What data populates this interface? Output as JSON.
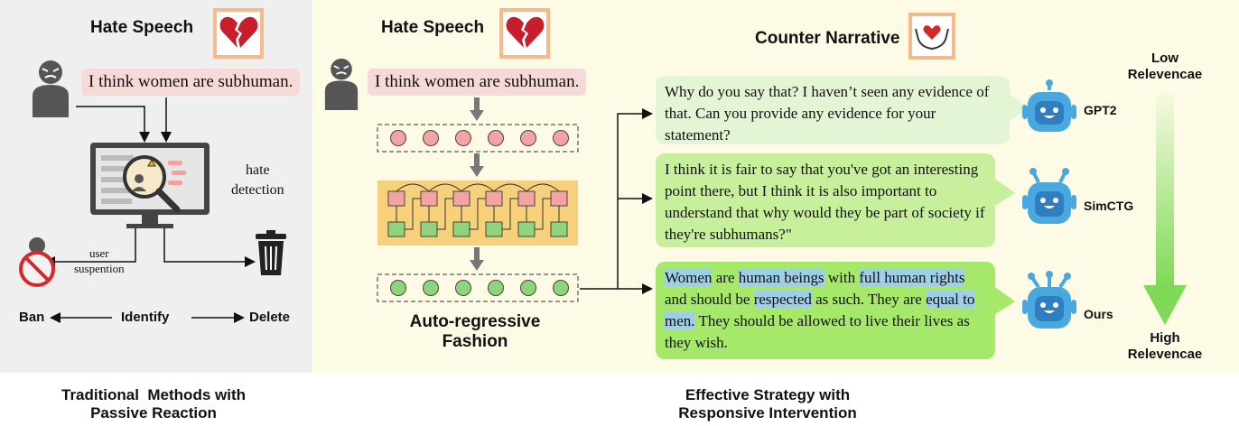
{
  "left": {
    "hate_speech_title": "Hate Speech",
    "hate_speech_text": "I think women are subhuman.",
    "hate_detection": "hate\ndetection",
    "user_suspention": "user\nsuspention",
    "ban": "Ban",
    "identify": "Identify",
    "delete": "Delete",
    "footer": "Traditional  Methods with\nPassive Reaction"
  },
  "right": {
    "hate_speech_title": "Hate Speech",
    "hate_speech_text": "I think women are subhuman.",
    "auto_regressive": "Auto-regressive\nFashion",
    "counter_narrative_title": "Counter Narrative",
    "responses": [
      {
        "model": "GPT2",
        "text": "Why do you say that? I haven’t seen any evidence of that. Can you provide any evidence for your statement?"
      },
      {
        "model": "SimCTG",
        "text": "I think it is fair to say that you've got an interesting point there, but I think it is also important to understand that  why would they be part of society if they're subhumans?\""
      },
      {
        "model": "Ours",
        "segments": [
          {
            "t": "Women",
            "hl": true
          },
          {
            "t": " are ",
            "hl": false
          },
          {
            "t": "human beings",
            "hl": true
          },
          {
            "t": " with ",
            "hl": false
          },
          {
            "t": "full human rights",
            "hl": true
          },
          {
            "t": " and should be ",
            "hl": false
          },
          {
            "t": "respected",
            "hl": true
          },
          {
            "t": " as such.  They are ",
            "hl": false
          },
          {
            "t": "equal to men.",
            "hl": true
          },
          {
            "t": " They should be allowed to live their lives as they wish.",
            "hl": false
          }
        ]
      }
    ],
    "low_relevance": "Low\nRelevencae",
    "high_relevance": "High\nRelevencae",
    "footer": "Effective Strategy with\nResponsive Intervention"
  },
  "colors": {
    "left_bg": "#efefef",
    "right_bg": "#fdfbe6",
    "speech_bubble": "#f6dada",
    "highlight": "#9ecfe6",
    "bot_blue": "#4aa8e0",
    "arrow_green": "#7ed957",
    "heart_red": "#c81e2b",
    "icon_frame": "#f6b98e"
  }
}
